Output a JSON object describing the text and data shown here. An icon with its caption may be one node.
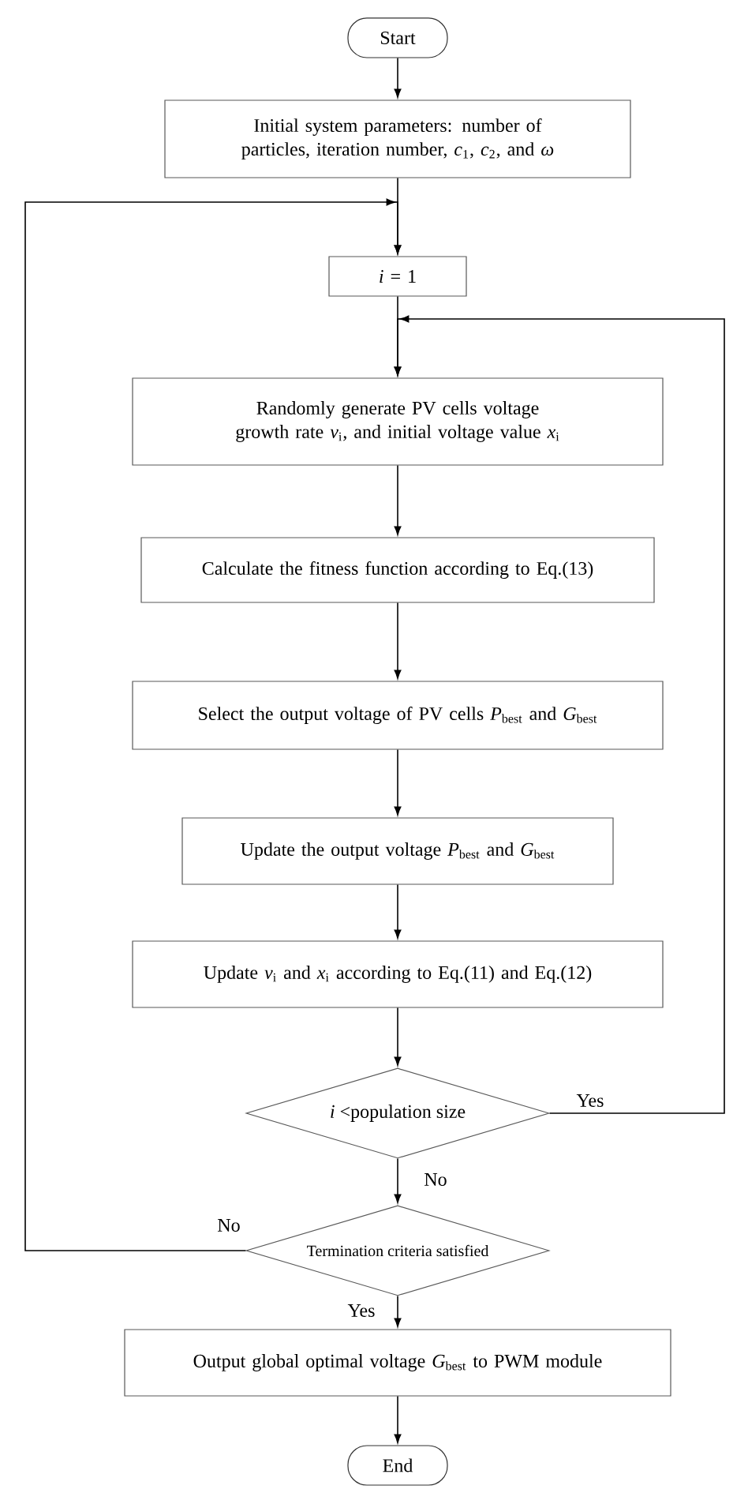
{
  "diagram": {
    "nodes": [
      {
        "text": [
          "Start"
        ]
      },
      {
        "text": [
          "Initial system parameters: number of particles, iteration number, *c*$_{1}$, *c*$_{2}$, and *ω*"
        ]
      },
      {
        "text": [
          "*i* = 1"
        ]
      },
      {
        "text": [
          "Randomly generate PV cells voltage growth rate *v*$_{i}$, and initial voltage value *x*$_{i}$"
        ]
      },
      {
        "text": [
          "Calculate the fitness function according to Eq.(13)"
        ]
      },
      {
        "text": [
          "Select the output voltage of PV cells *P*$_{best}$ and *G*$_{best}$"
        ]
      },
      {
        "text": [
          "Update the output voltage *P*$_{best}$ and *G*$_{best}$"
        ]
      },
      {
        "text": [
          "Update *v*$_{i}$ and *x*$_{i}$ according to Eq.(11) and Eq.(12)"
        ]
      },
      {
        "text": [
          "*i* <population size"
        ]
      },
      {
        "text": [
          "Termination criteria satisfied"
        ]
      },
      {
        "text": [
          "Output global optimal voltage *G*$_{best}$ to PWM module"
        ]
      },
      {
        "text": [
          "End"
        ]
      }
    ],
    "edges": [
      {
        "from": 0,
        "to": 1,
        "arrow": "to"
      },
      {
        "from": 1,
        "to": 2,
        "arrow": "to"
      },
      {
        "from": 2,
        "to": 3,
        "arrow": "to"
      },
      {
        "from": 3,
        "to": 4,
        "arrow": "to"
      },
      {
        "from": 4,
        "to": 5,
        "arrow": "to"
      },
      {
        "from": 5,
        "to": 6,
        "arrow": "to"
      },
      {
        "from": 6,
        "to": 7,
        "arrow": "to"
      },
      {
        "from": 7,
        "to": 8,
        "arrow": "to"
      },
      {
        "from": 8,
        "to": 9,
        "arrow": "to",
        "label": "No"
      },
      {
        "from": 8,
        "to": 3,
        "arrow": "to",
        "label": "Yes"
      },
      {
        "from": 9,
        "to": 2,
        "arrow": "to",
        "label": "No"
      },
      {
        "from": 9,
        "to": 10,
        "arrow": "to",
        "label": "Yes"
      },
      {
        "from": 10,
        "to": 11,
        "arrow": "to"
      }
    ]
  }
}
